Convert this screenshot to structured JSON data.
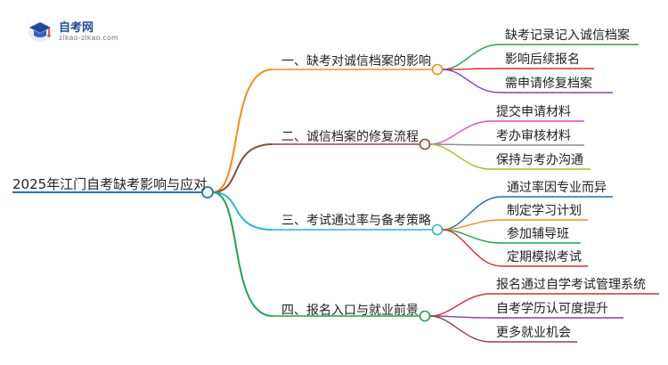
{
  "logo": {
    "title": "自考网",
    "url": "zikao-zikao.com",
    "icon": "graduation-cap-icon"
  },
  "root": {
    "label": "2025年江门自考缺考影响与应对",
    "color": "#1f77b4"
  },
  "branches": [
    {
      "label": "一、缺考对诚信档案的影响",
      "color": "#f28c1b",
      "children": [
        {
          "label": "缺考记录记入诚信档案",
          "color": "#22a34a"
        },
        {
          "label": "影响后续报名",
          "color": "#d62f2f"
        },
        {
          "label": "需申请修复档案",
          "color": "#8a3fb8"
        }
      ]
    },
    {
      "label": "二、诚信档案的修复流程",
      "color": "#8b4a3c",
      "children": [
        {
          "label": "提交申请材料",
          "color": "#e44fbf"
        },
        {
          "label": "考办审核材料",
          "color": "#8c8c8c"
        },
        {
          "label": "保持与考办沟通",
          "color": "#b5b52a"
        }
      ]
    },
    {
      "label": "三、考试通过率与备考策略",
      "color": "#21b9cf",
      "children": [
        {
          "label": "通过率因专业而异",
          "color": "#1f6fb4"
        },
        {
          "label": "制定学习计划",
          "color": "#f28c1b"
        },
        {
          "label": "参加辅导班",
          "color": "#22a34a"
        },
        {
          "label": "定期模拟考试",
          "color": "#d62f2f"
        }
      ]
    },
    {
      "label": "四、报名入口与就业前景",
      "color": "#22a34a",
      "children": [
        {
          "label": "报名通过自学考试管理系统",
          "color": "#d62f2f"
        },
        {
          "label": "自考学历认可度提升",
          "color": "#8a3fb8"
        },
        {
          "label": "更多就业机会",
          "color": "#8b4a3c"
        }
      ]
    }
  ]
}
